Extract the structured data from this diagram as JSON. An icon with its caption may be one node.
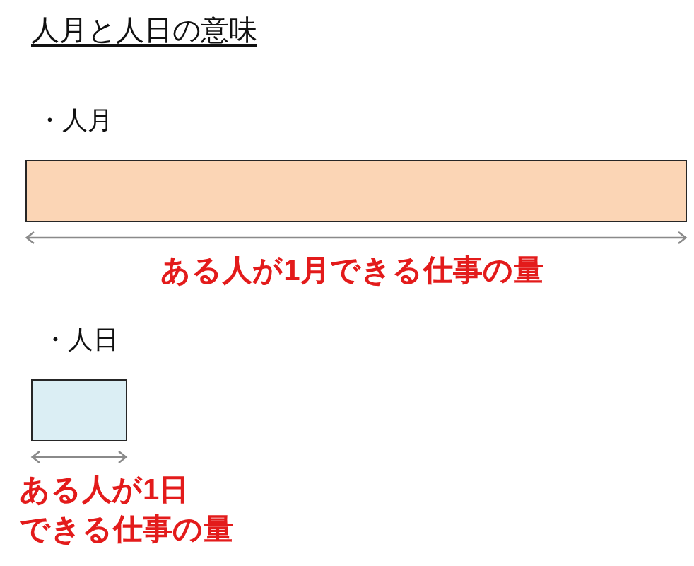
{
  "diagram": {
    "title": "人月と人日の意味",
    "nodes": [
      {
        "text": [],
        "shape": "bar"
      },
      {
        "text": [],
        "shape": "box"
      }
    ],
    "labels": [
      "・人月",
      "ある人が1月できる仕事の量",
      "・人日",
      "ある人が1日できる仕事の量"
    ]
  }
}
